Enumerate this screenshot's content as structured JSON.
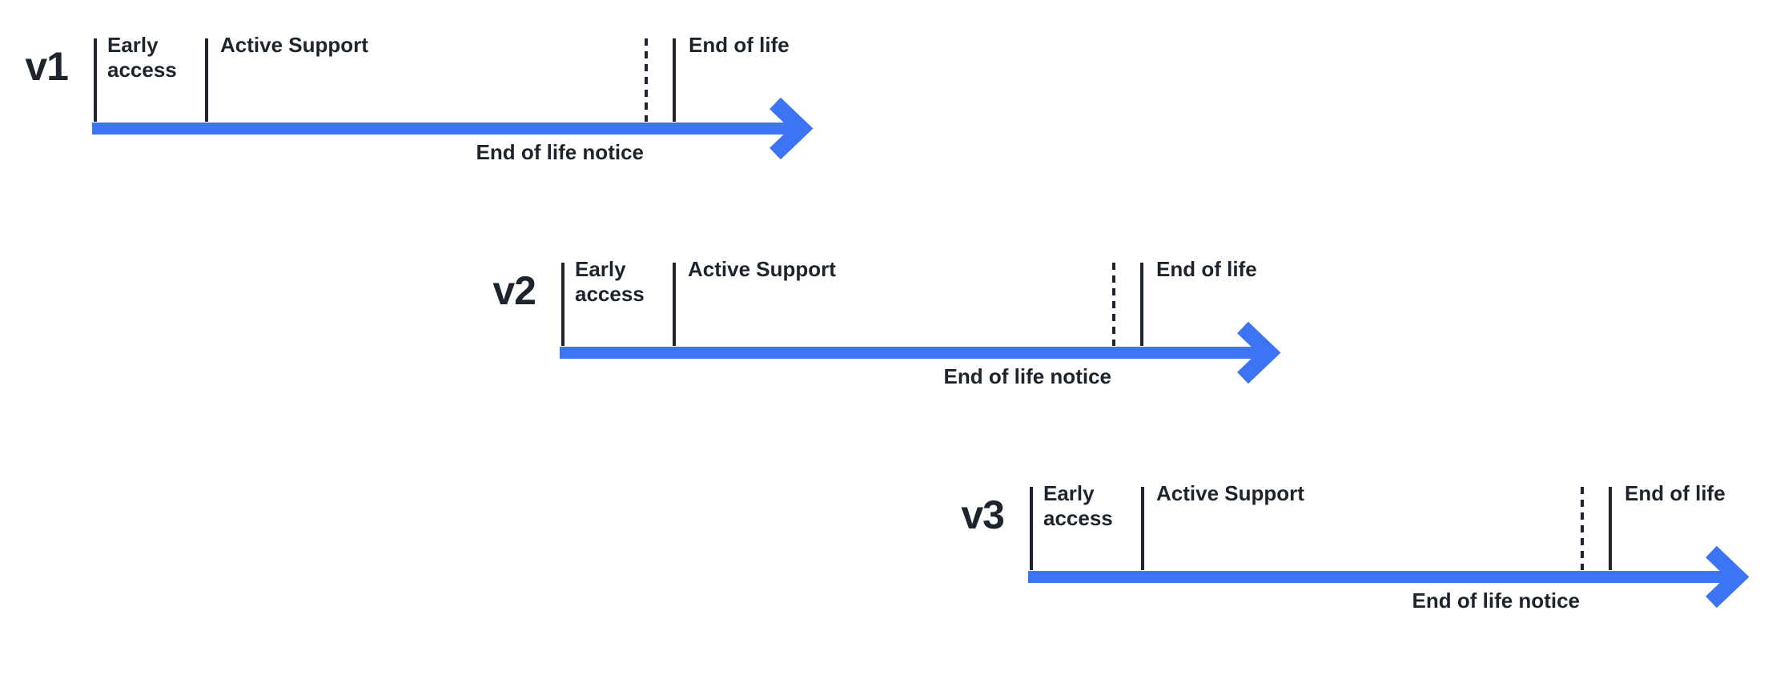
{
  "colors": {
    "arrow_blue": "#3C75F4",
    "ink": "#1E242E"
  },
  "timelines": [
    {
      "version": "v1",
      "early_access_label": "Early access",
      "active_support_label": "Active Support",
      "end_of_life_label": "End of life",
      "eol_notice_label": "End of life notice"
    },
    {
      "version": "v2",
      "early_access_label": "Early access",
      "active_support_label": "Active Support",
      "end_of_life_label": "End of life",
      "eol_notice_label": "End of life notice"
    },
    {
      "version": "v3",
      "early_access_label": "Early access",
      "active_support_label": "Active Support",
      "end_of_life_label": "End of life",
      "eol_notice_label": "End of life notice"
    }
  ]
}
